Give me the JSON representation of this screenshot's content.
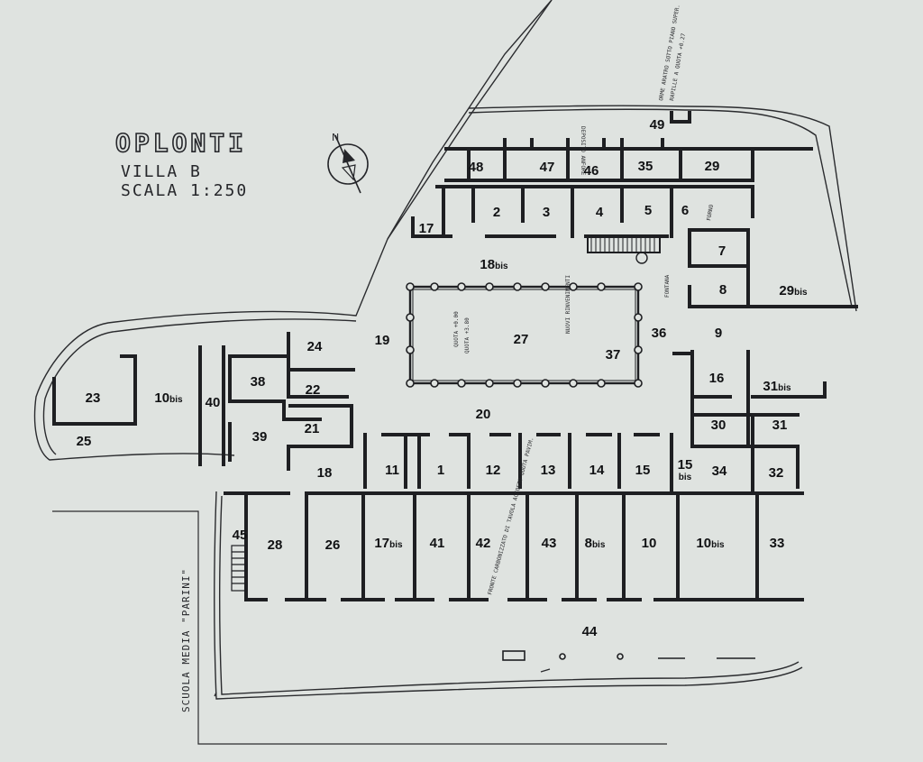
{
  "header": {
    "title": "OPLONTI",
    "villa": "VILLA B",
    "scale": "SCALA 1:250",
    "north": "N"
  },
  "street_label": "SCUOLA MEDIA \"PARINI\"",
  "notes": [
    "DEPOSITO ANFORE",
    "ORME ARATRO SOTTO PIANO SUPER.",
    "RAPILLE A QUOTA +0.27",
    "SCALE",
    "FORNO",
    "FRONTE CARBONIZZATO DI TAVOLA ACCOSTO QUOTA PAVIM.",
    "QUOTA +0.00",
    "QUOTA +3.80",
    "NUOVI RINVENIMENTI",
    "FONTANA"
  ],
  "rooms": [
    {
      "id": "r1",
      "num": "1"
    },
    {
      "id": "r2",
      "num": "2"
    },
    {
      "id": "r3",
      "num": "3"
    },
    {
      "id": "r4",
      "num": "4"
    },
    {
      "id": "r5",
      "num": "5"
    },
    {
      "id": "r6",
      "num": "6"
    },
    {
      "id": "r7",
      "num": "7"
    },
    {
      "id": "r8",
      "num": "8"
    },
    {
      "id": "r8bis",
      "num": "8",
      "sub": "bis"
    },
    {
      "id": "r9",
      "num": "9"
    },
    {
      "id": "r10",
      "num": "10"
    },
    {
      "id": "r10bis-west",
      "num": "10",
      "sub": "bis"
    },
    {
      "id": "r10bis-east",
      "num": "10",
      "sub": "bis"
    },
    {
      "id": "r11",
      "num": "11"
    },
    {
      "id": "r12",
      "num": "12"
    },
    {
      "id": "r13",
      "num": "13"
    },
    {
      "id": "r14",
      "num": "14"
    },
    {
      "id": "r15",
      "num": "15"
    },
    {
      "id": "r15bis",
      "num": "15",
      "sub": "bis"
    },
    {
      "id": "r16",
      "num": "16"
    },
    {
      "id": "r17",
      "num": "17"
    },
    {
      "id": "r17bis",
      "num": "17",
      "sub": "bis"
    },
    {
      "id": "r18",
      "num": "18"
    },
    {
      "id": "r18bis",
      "num": "18",
      "sub": "bis"
    },
    {
      "id": "r19",
      "num": "19"
    },
    {
      "id": "r20",
      "num": "20"
    },
    {
      "id": "r21",
      "num": "21"
    },
    {
      "id": "r22",
      "num": "22"
    },
    {
      "id": "r23",
      "num": "23"
    },
    {
      "id": "r24",
      "num": "24"
    },
    {
      "id": "r25",
      "num": "25"
    },
    {
      "id": "r26",
      "num": "26"
    },
    {
      "id": "r27",
      "num": "27"
    },
    {
      "id": "r28",
      "num": "28"
    },
    {
      "id": "r29",
      "num": "29"
    },
    {
      "id": "r29bis",
      "num": "29",
      "sub": "bis"
    },
    {
      "id": "r30",
      "num": "30"
    },
    {
      "id": "r31",
      "num": "31"
    },
    {
      "id": "r31bis",
      "num": "31",
      "sub": "bis"
    },
    {
      "id": "r32",
      "num": "32"
    },
    {
      "id": "r33",
      "num": "33"
    },
    {
      "id": "r34",
      "num": "34"
    },
    {
      "id": "r35",
      "num": "35"
    },
    {
      "id": "r36",
      "num": "36"
    },
    {
      "id": "r37",
      "num": "37"
    },
    {
      "id": "r38",
      "num": "38"
    },
    {
      "id": "r39",
      "num": "39"
    },
    {
      "id": "r40",
      "num": "40"
    },
    {
      "id": "r41",
      "num": "41"
    },
    {
      "id": "r42",
      "num": "42"
    },
    {
      "id": "r43",
      "num": "43"
    },
    {
      "id": "r44",
      "num": "44"
    },
    {
      "id": "r45",
      "num": "45"
    },
    {
      "id": "r46",
      "num": "46"
    },
    {
      "id": "r47",
      "num": "47"
    },
    {
      "id": "r48",
      "num": "48"
    },
    {
      "id": "r49",
      "num": "49"
    }
  ]
}
